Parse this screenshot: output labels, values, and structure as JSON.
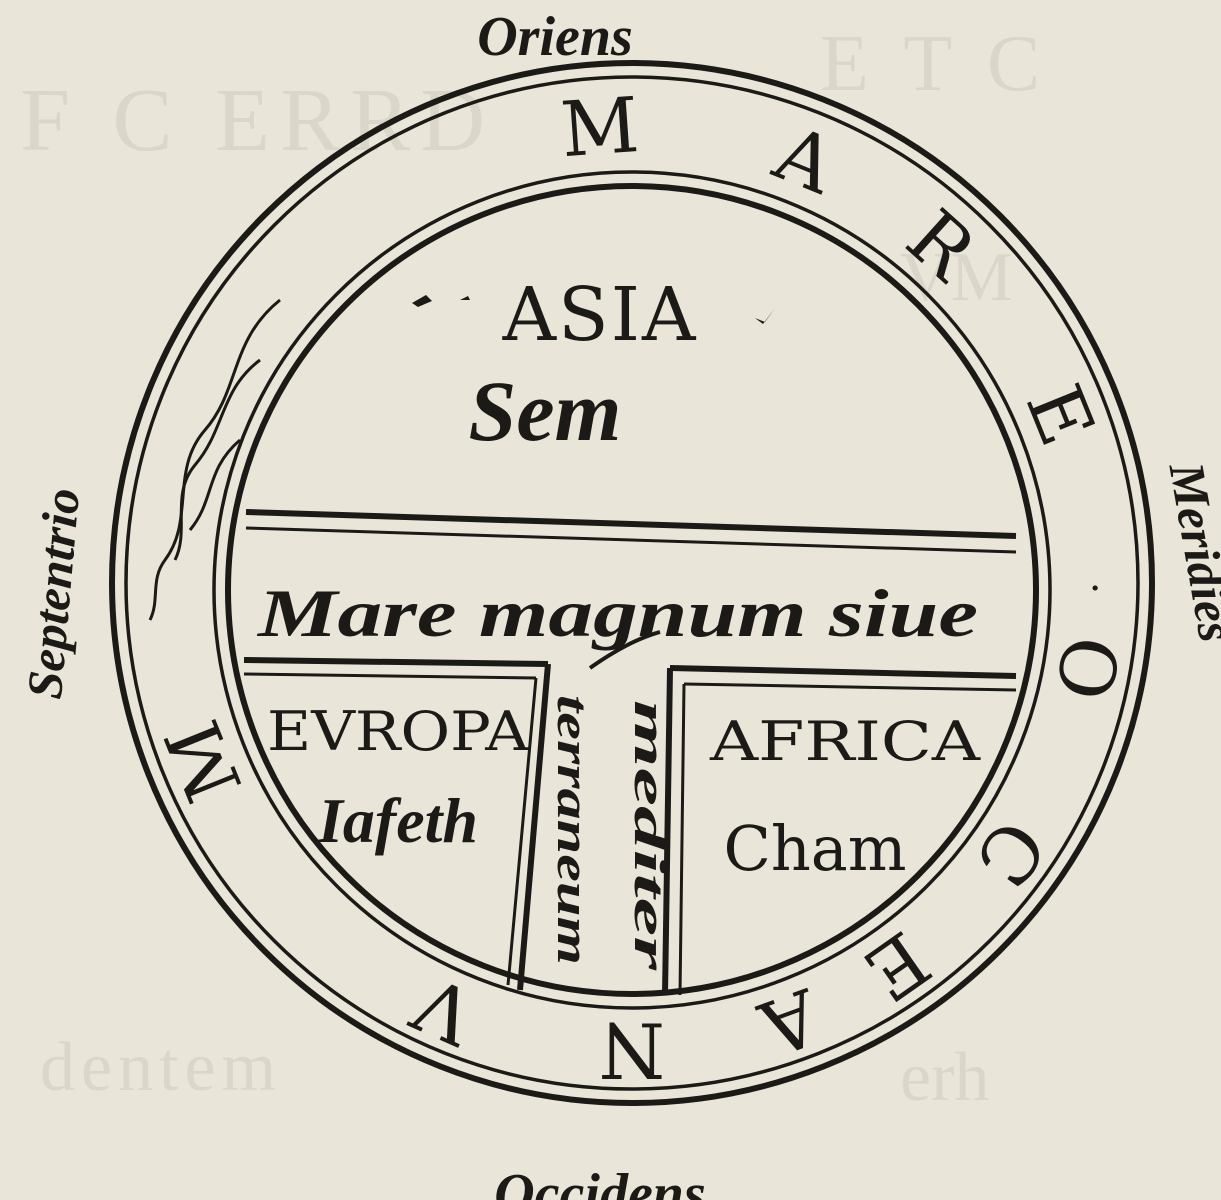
{
  "directions": {
    "east": "Oriens",
    "south": "Meridies",
    "north": "Septentrio",
    "west": "Occidens"
  },
  "ocean": {
    "letters": [
      "M",
      "A",
      "R",
      "E",
      "·",
      "O",
      "C",
      "E",
      "A",
      "N",
      "V",
      "M"
    ]
  },
  "continents": {
    "asia": {
      "name": "ASIA",
      "son": "Sem"
    },
    "europa": {
      "name": "EVROPA",
      "son": "Iafeth"
    },
    "africa": {
      "name": "AFRICA",
      "son": "Cham"
    }
  },
  "sea": {
    "line1": "Mare magnum siue",
    "left_column": "terraneum",
    "right_column": "mediter"
  },
  "colors": {
    "paper": "#e9e5d9",
    "ink": "#1b1a17",
    "bleed_through": "#cfcabc"
  },
  "icons": [
    "wave-river-icon"
  ]
}
